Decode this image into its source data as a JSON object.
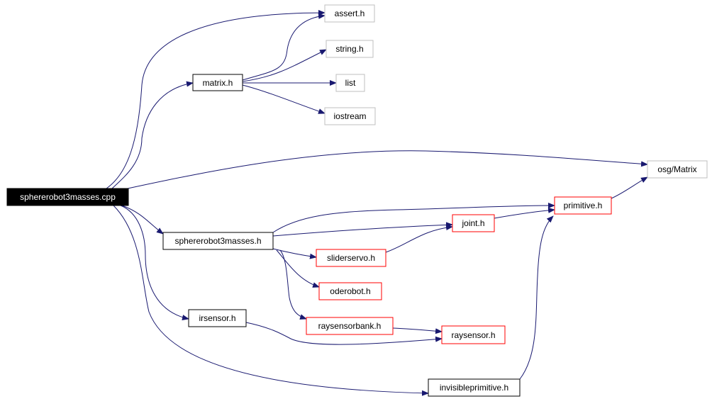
{
  "colors": {
    "edge": "#191970",
    "border_black": "#000000",
    "border_gray": "#bfbfbf",
    "border_red": "#ff0000",
    "root_fill": "#000000",
    "root_text": "#ffffff",
    "text": "#000000"
  },
  "nodes": [
    {
      "id": "root",
      "label": "sphererobot3masses.cpp",
      "style": "root"
    },
    {
      "id": "matrix",
      "label": "matrix.h",
      "style": "black"
    },
    {
      "id": "assert",
      "label": "assert.h",
      "style": "gray"
    },
    {
      "id": "string",
      "label": "string.h",
      "style": "gray"
    },
    {
      "id": "list",
      "label": "list",
      "style": "gray"
    },
    {
      "id": "iostream",
      "label": "iostream",
      "style": "gray"
    },
    {
      "id": "osgmatrix",
      "label": "osg/Matrix",
      "style": "gray"
    },
    {
      "id": "primitive",
      "label": "primitive.h",
      "style": "red"
    },
    {
      "id": "sphere",
      "label": "sphererobot3masses.h",
      "style": "black"
    },
    {
      "id": "joint",
      "label": "joint.h",
      "style": "red"
    },
    {
      "id": "sliderservo",
      "label": "sliderservo.h",
      "style": "red"
    },
    {
      "id": "oderobot",
      "label": "oderobot.h",
      "style": "red"
    },
    {
      "id": "raysensorbank",
      "label": "raysensorbank.h",
      "style": "red"
    },
    {
      "id": "raysensor",
      "label": "raysensor.h",
      "style": "red"
    },
    {
      "id": "irsensor",
      "label": "irsensor.h",
      "style": "black"
    },
    {
      "id": "invisibleprimitive",
      "label": "invisibleprimitive.h",
      "style": "black"
    }
  ]
}
